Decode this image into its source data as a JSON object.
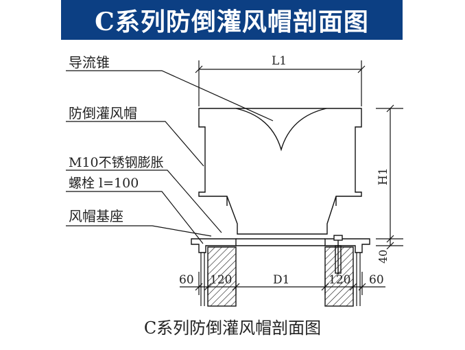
{
  "banner_title": "C系列防倒灌风帽剖面图",
  "caption": "C系列防倒灌风帽剖面图",
  "labels": {
    "cone": "导流锥",
    "hood": "防倒灌风帽",
    "bolt_line1": "M10不锈钢膨胀",
    "bolt_line2": "螺栓  l=100",
    "base": "风帽基座"
  },
  "dimensions": {
    "l1": "L1",
    "h1": "H1",
    "d1": "D1",
    "d40": "40",
    "left_60": "60",
    "left_120": "120",
    "right_120": "120",
    "right_60": "60"
  },
  "colors": {
    "banner_bg": "#0c3f83",
    "line": "#111111"
  }
}
